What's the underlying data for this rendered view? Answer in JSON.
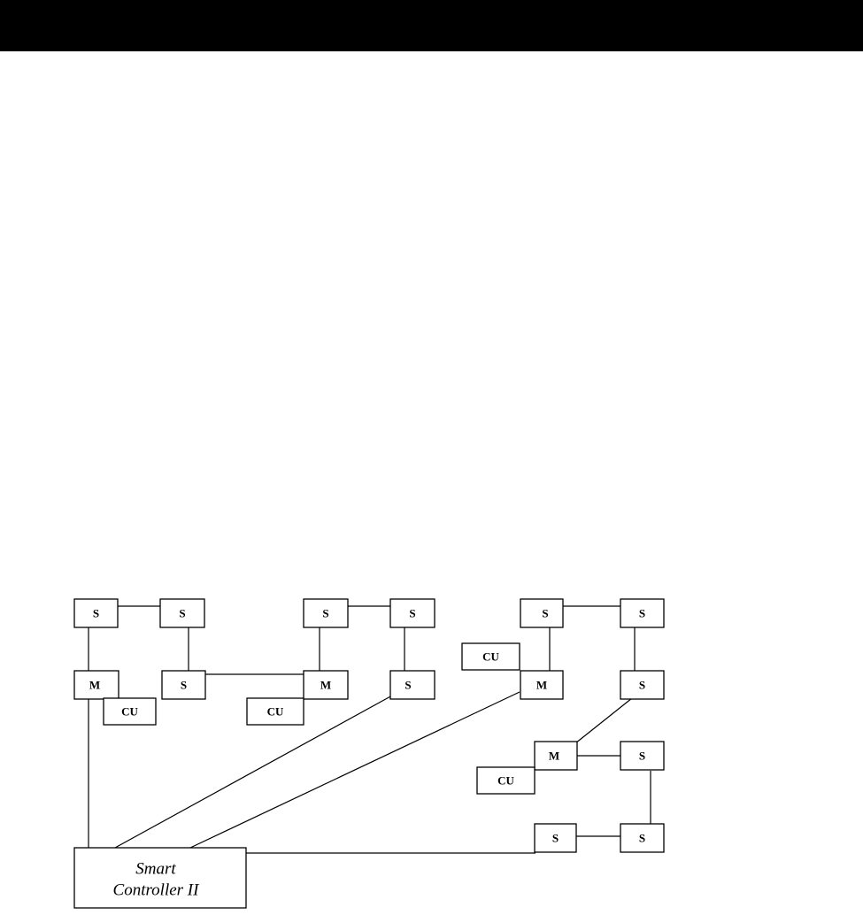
{
  "nodes": {
    "s1": "S",
    "s2": "S",
    "s3": "S",
    "s4": "S",
    "s5": "S",
    "s6": "S",
    "s7": "S",
    "s8": "S",
    "s9": "S",
    "s10": "S",
    "s11": "S",
    "s12": "S",
    "m1": "M",
    "m2": "M",
    "m3": "M",
    "m4": "M",
    "cu1": "CU",
    "cu2": "CU",
    "cu3": "CU",
    "cu4": "CU"
  },
  "controller": {
    "line1": "Smart",
    "line2": "Controller II"
  }
}
